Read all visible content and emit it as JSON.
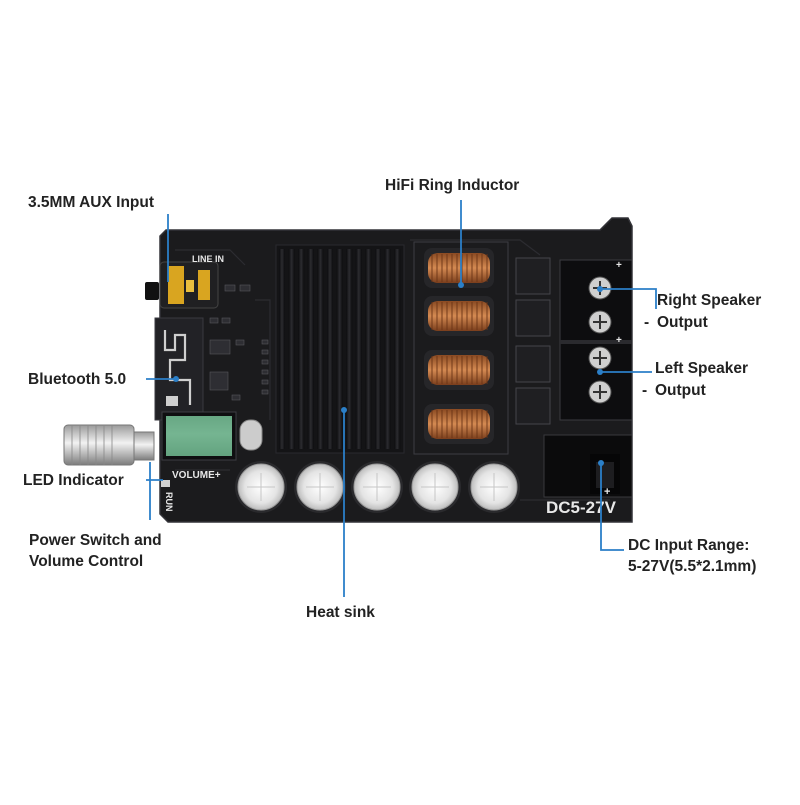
{
  "labels": {
    "aux_input": "3.5MM AUX Input",
    "hifi_inductor": "HiFi Ring Inductor",
    "right_speaker_line1": "Right Speaker",
    "right_speaker_line2": "Output",
    "left_speaker_line1": "Left Speaker",
    "left_speaker_line2": "Output",
    "bluetooth": "Bluetooth 5.0",
    "led_indicator": "LED Indicator",
    "power_switch_line1": "Power Switch and",
    "power_switch_line2": "Volume Control",
    "heat_sink": "Heat sink",
    "dc_input_line1": "DC Input Range:",
    "dc_input_line2": "5-27V(5.5*2.1mm)"
  },
  "board": {
    "line_in": "LINE IN",
    "volume": "VOLUME+",
    "run": "RUN",
    "dc_rating": "DC5-27V",
    "plus": "+",
    "minus": "-"
  },
  "colors": {
    "pcb": "#1b1b1d",
    "heatsink": "#141416",
    "copper": "#c0703a",
    "leader": "#2b7fc8",
    "jack": "#d9a520",
    "display": "#5faa80"
  }
}
